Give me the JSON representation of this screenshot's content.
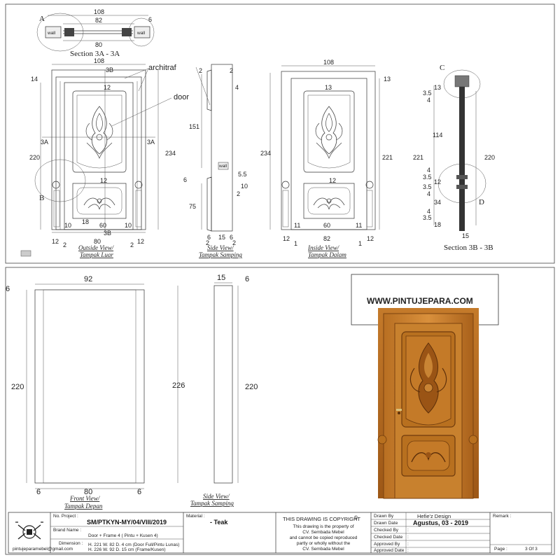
{
  "top_panel": {
    "section_aa": {
      "title": "Section 3A - 3A",
      "marker": "A",
      "wall_left": "wall",
      "wall_right": "wall",
      "dim_overall": "108",
      "dim_inner": "82",
      "dim_bottom": "80",
      "dim_side": "6"
    },
    "outside_view": {
      "caption_line1": "Outside View/",
      "caption_line2": "Tampak Luar",
      "leader_architraf": "architraf",
      "leader_door": "door",
      "section_top": "3B",
      "section_bottom": "3B",
      "section_left": "3A",
      "section_right": "3A",
      "detail_b": "B",
      "dims": {
        "top": "108",
        "left_top": "14",
        "panel_top": "12",
        "left_height": "220",
        "right_height": "234",
        "mid_rail": "12",
        "bottom_left": "10",
        "bottom_18": "18",
        "bottom_60": "60",
        "bottom_right": "10",
        "base_12l": "12",
        "base_2l": "2",
        "base_80": "80",
        "base_2r": "2",
        "base_12r": "12"
      }
    },
    "side_view": {
      "caption_line1": "Side View/",
      "caption_line2": "Tampak Samping",
      "wall": "wall",
      "dims": {
        "top_l": "2",
        "top_r": "2",
        "d4": "4",
        "d151": "151",
        "d55": "5.5",
        "d6": "6",
        "d10": "10",
        "d2": "2",
        "d75": "75",
        "b6l": "6",
        "b15": "15",
        "b6r": "6",
        "b2l": "2",
        "b2r": "2"
      }
    },
    "inside_view": {
      "caption_line1": "Inside View/",
      "caption_line2": "Tampak Dalam",
      "dims": {
        "top": "108",
        "right_top": "13",
        "panel_top": "13",
        "left_height": "234",
        "right_height": "221",
        "mid_rail": "12",
        "b11l": "11",
        "b60": "60",
        "b11r": "11",
        "base_12l": "12",
        "base_1l": "1",
        "base_82": "82",
        "base_1r": "1",
        "base_12r": "12"
      }
    },
    "section_bb": {
      "title": "Section 3B - 3B",
      "detail_c": "C",
      "detail_d": "D",
      "dims": {
        "d13": "13",
        "d35a": "3.5",
        "d4a": "4",
        "d114": "114",
        "d221": "221",
        "d220": "220",
        "d4b": "4",
        "d35b": "3.5",
        "d12": "12",
        "d35c": "3.5",
        "d4c": "4",
        "d34": "34",
        "d4d": "4",
        "d35d": "3.5",
        "d18": "18",
        "d15": "15"
      }
    }
  },
  "bottom_panel": {
    "front_view": {
      "caption_line1": "Front View/",
      "caption_line2": "Tampak Depan",
      "dims": {
        "top": "92",
        "left_top": "6",
        "left_height": "220",
        "right_height": "226",
        "bottom_l": "6",
        "bottom": "80",
        "bottom_r": "6"
      }
    },
    "side_view": {
      "caption_line1": "Side View/",
      "caption_line2": "Tampak Samping",
      "dims": {
        "top": "15",
        "right_top": "6",
        "height": "220"
      }
    },
    "photo": {
      "watermark": "WWW.PINTUJEPARA.COM"
    }
  },
  "title_block": {
    "logo_caption": "pintujeparamebel@gmail.com",
    "no_project_label": "No. Project :",
    "no_project_value": "SM/PTKYN-MY/04/VIII/2019",
    "brand_name_label": "Brand Name :",
    "brand_name_value": "Door + Frame 4 ( Pintu + Kusen 4)",
    "dimension_label": "Dimension :",
    "dimension_line1": "H. 221  W. 82 D. 4 cm (Door Full/Pintu Lunas)",
    "dimension_line2": "H. 226  W. 92 D. 15 cm (Frame/Kusen)",
    "material_label": "Material :",
    "material_value": "- Teak",
    "copyright_title": "THIS DRAWING IS COPYRIGHT",
    "copyright_lines": [
      "This drawing is the property of",
      "CV. Sembada Mebel",
      "and cannot be copied reproduced",
      "partly or wholly without the",
      "CV. Sembada Mebel"
    ],
    "drawn_by_label": "Drawn By",
    "drawn_by_value": "Hefie'z Design",
    "drawn_date_label": "Drawn Date",
    "drawn_date_value": "Agustus, 03 - 2019",
    "checked_by_label": "Checked By",
    "checked_date_label": "Checked Date",
    "approved_by_label": "Approved By",
    "approved_date_label": "Approved Date",
    "remark_label": "Remark :",
    "page_label": "Page :",
    "page_value": "3 Of 3"
  }
}
